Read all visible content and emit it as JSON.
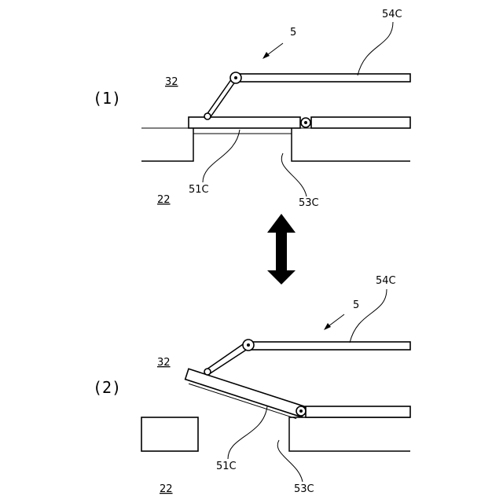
{
  "panels": [
    {
      "number": "(1)",
      "labels": {
        "arrow_ref": "5",
        "arm": "54C",
        "upper_region": "32",
        "lower_region": "22",
        "plate": "51C",
        "base": "53C"
      }
    },
    {
      "number": "(2)",
      "labels": {
        "arrow_ref": "5",
        "arm": "54C",
        "upper_region": "32",
        "lower_region": "22",
        "plate": "51C",
        "base": "53C"
      }
    }
  ],
  "transition_symbol": "double-headed-arrow"
}
